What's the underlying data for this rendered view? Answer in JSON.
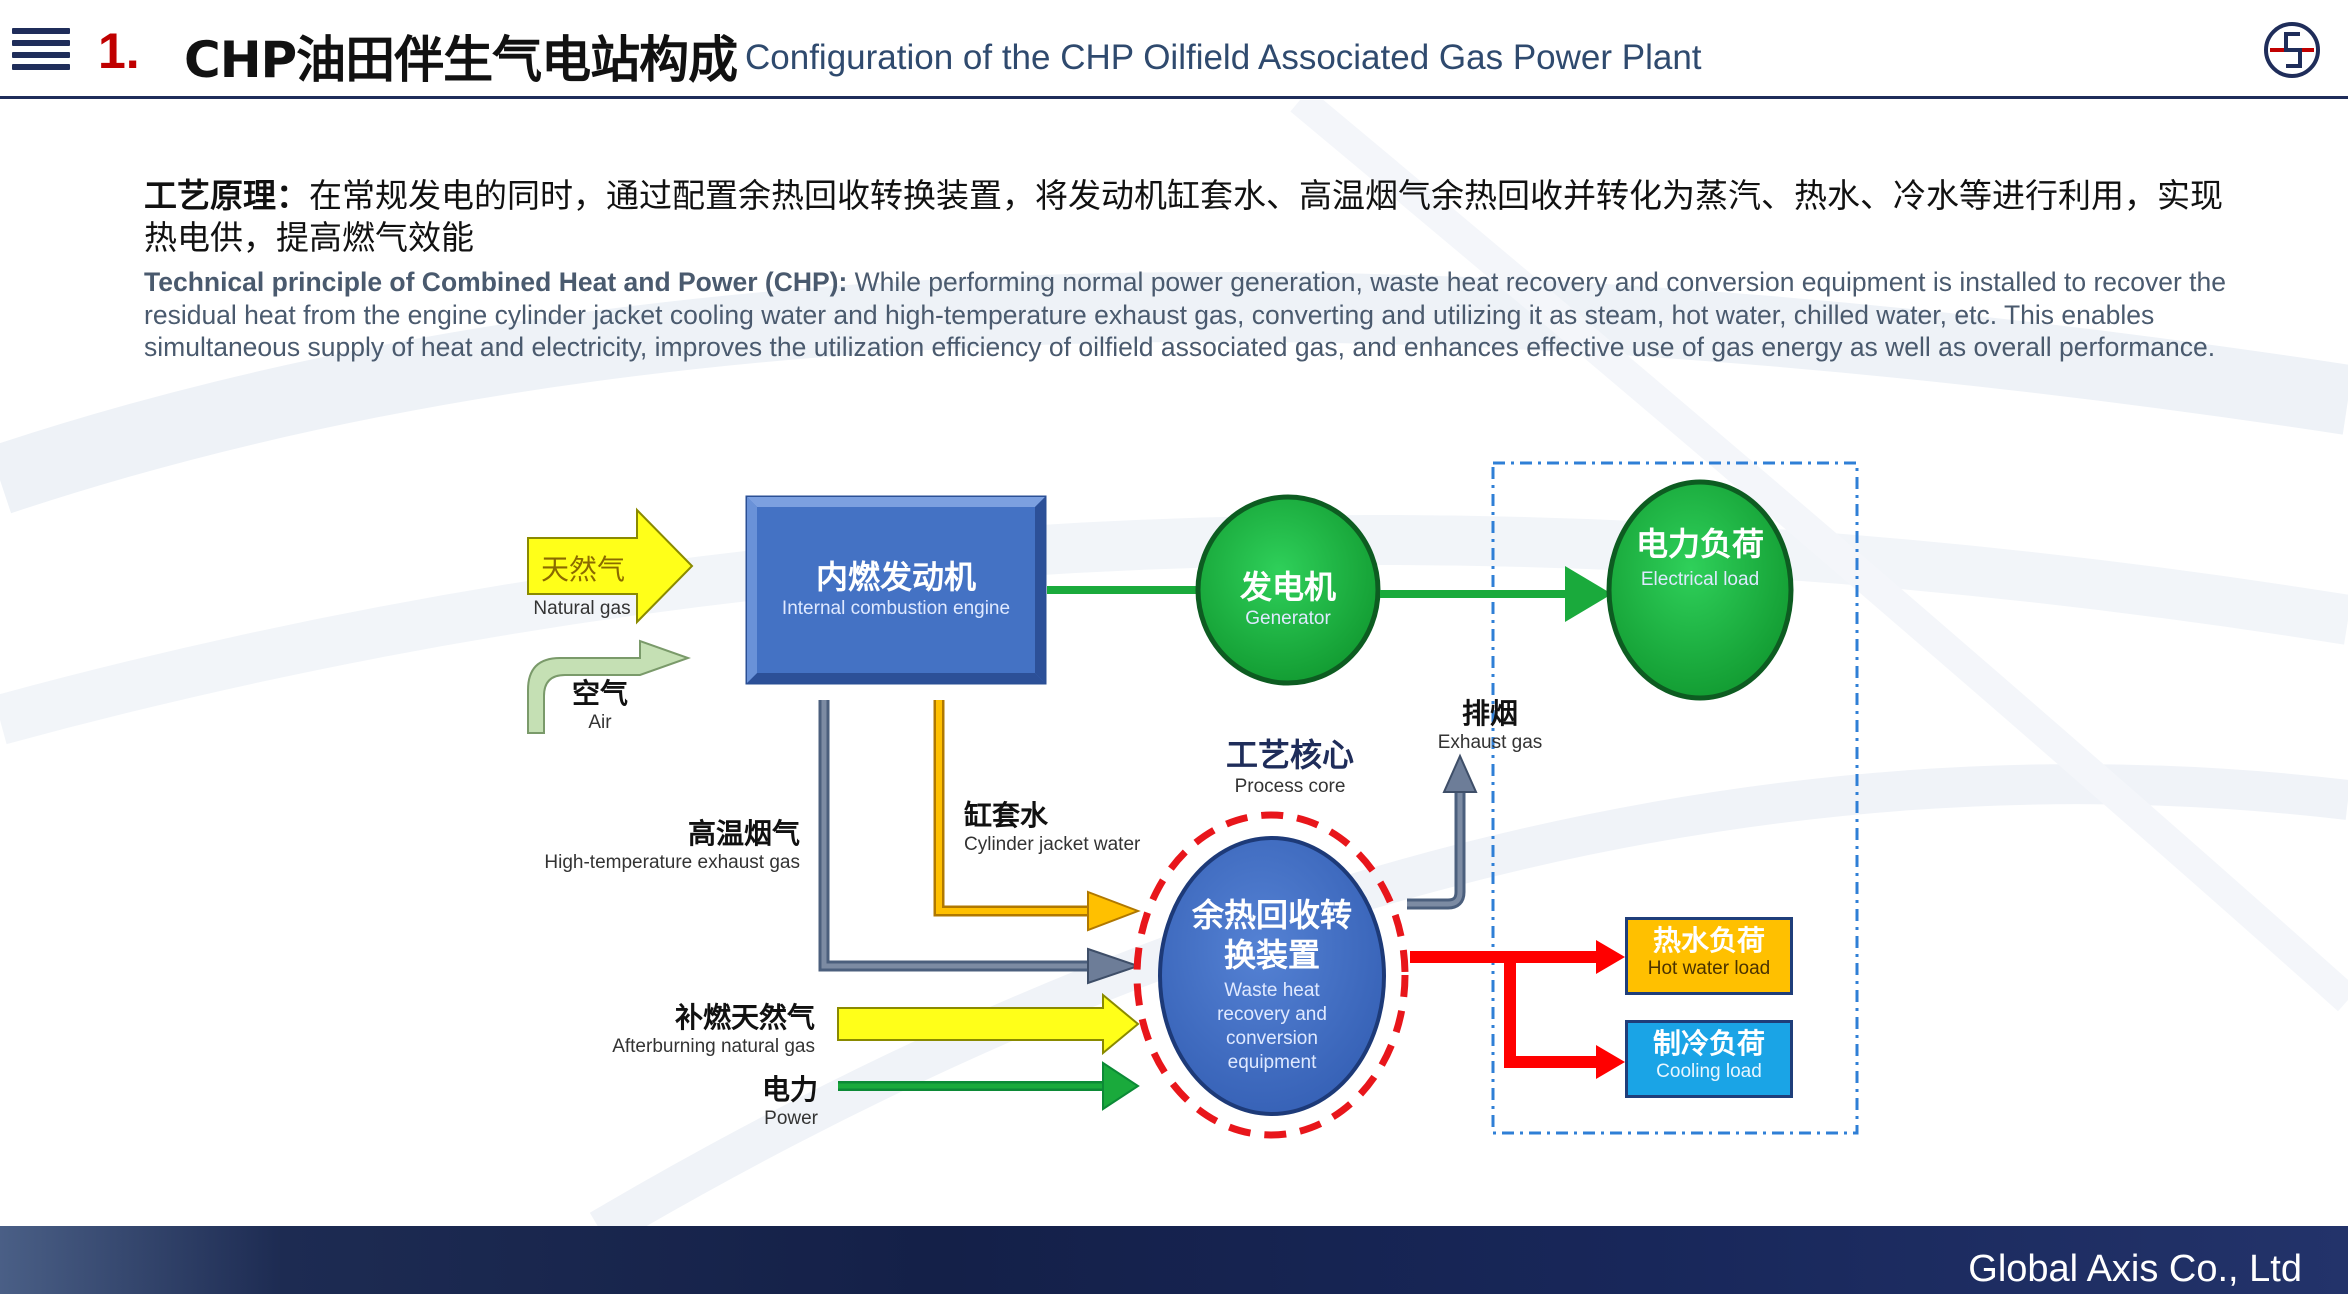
{
  "header": {
    "section_number": "1.",
    "title_cn": "CHP油田伴生气电站构成",
    "title_en": "Configuration of the CHP Oilfield Associated Gas Power Plant"
  },
  "principle": {
    "cn_label": "工艺原理：",
    "cn_text": "在常规发电的同时，通过配置余热回收转换装置，将发动机缸套水、高温烟气余热回收并转化为蒸汽、热水、冷水等进行利用，实现热电供，提高燃气效能",
    "en_label": "Technical principle of Combined Heat and Power (CHP):",
    "en_text": " While performing normal power generation, waste heat recovery and conversion equipment is installed to recover the residual heat from the engine cylinder jacket cooling water and high-temperature exhaust gas, converting and utilizing it as steam, hot water, chilled water, etc. This enables simultaneous supply of heat and electricity, improves the utilization efficiency of oilfield associated gas, and enhances effective use of gas energy as well as overall performance."
  },
  "diagram": {
    "engine": {
      "cn": "内燃发动机",
      "en": "Internal combustion engine"
    },
    "generator": {
      "cn": "发电机",
      "en": "Generator"
    },
    "electrical_load": {
      "cn": "电力负荷",
      "en": "Electrical load"
    },
    "whr": {
      "cn": "余热回收转换装置",
      "en": "Waste heat recovery and conversion equipment"
    },
    "hot_water_load": {
      "cn": "热水负荷",
      "en": "Hot water load"
    },
    "cooling_load": {
      "cn": "制冷负荷",
      "en": "Cooling load"
    },
    "natural_gas": {
      "cn": "天然气",
      "en": "Natural gas"
    },
    "air": {
      "cn": "空气",
      "en": "Air"
    },
    "exhaust": {
      "cn": "排烟",
      "en": "Exhaust gas"
    },
    "process_core": {
      "cn": "工艺核心",
      "en": "Process core"
    },
    "jacket_water": {
      "cn": "缸套水",
      "en": "Cylinder jacket water"
    },
    "hot_exhaust": {
      "cn": "高温烟气",
      "en": "High-temperature exhaust gas"
    },
    "afterburning": {
      "cn": "补燃天然气",
      "en": "Afterburning natural gas"
    },
    "power": {
      "cn": "电力",
      "en": "Power"
    }
  },
  "footer": {
    "company": "Global Axis Co., Ltd"
  },
  "colors": {
    "navy": "#1f2d5a",
    "accent_red": "#c00000",
    "engine_blue": "#4472c4",
    "generator_green": "#1aaa3c",
    "hot_water_gold": "#ffc000",
    "cooling_cyan": "#1aa4e6"
  }
}
